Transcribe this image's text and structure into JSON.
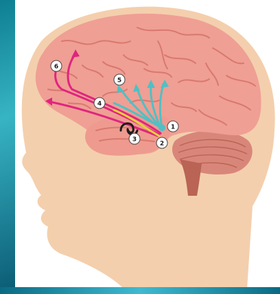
{
  "markers": [
    {
      "id": "1",
      "label": "1"
    },
    {
      "id": "2",
      "label": "2"
    },
    {
      "id": "3",
      "label": "3"
    },
    {
      "id": "4",
      "label": "4"
    },
    {
      "id": "5",
      "label": "5"
    },
    {
      "id": "6",
      "label": "6"
    }
  ],
  "colors": {
    "skin": "#f4cfad",
    "brain": "#ef9f94",
    "brain_fold": "#d9786d",
    "cerebellum": "#d9867a",
    "brainstem": "#b96454",
    "path_magenta": "#e0257e",
    "path_teal": "#4fc0c4",
    "path_yellow": "#e4d23a",
    "background_teal": "#1e8fa3"
  }
}
